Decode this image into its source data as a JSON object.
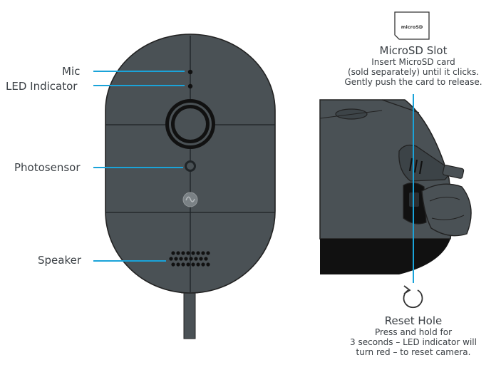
{
  "front_labels": {
    "mic": "Mic",
    "led": "LED Indicator",
    "photosensor": "Photosensor",
    "speaker": "Speaker"
  },
  "microsd": {
    "card_text": "microSD",
    "title": "MicroSD Slot",
    "desc_1": "Insert MicroSD card",
    "desc_2": "(sold separately) until it clicks.",
    "desc_3": "Gently push the card to release."
  },
  "reset": {
    "title": "Reset Hole",
    "desc_1": "Press and hold for",
    "desc_2": "3 seconds – LED indicator will",
    "desc_3": "turn red – to reset camera."
  },
  "colors": {
    "camera_body": "#4a5155",
    "callout_line": "#1aa3d9",
    "base_ring": "#111111"
  },
  "icons": {
    "logo": "brand-logo-icon",
    "reset": "reset-arrow-icon",
    "card": "microsd-card-icon"
  }
}
